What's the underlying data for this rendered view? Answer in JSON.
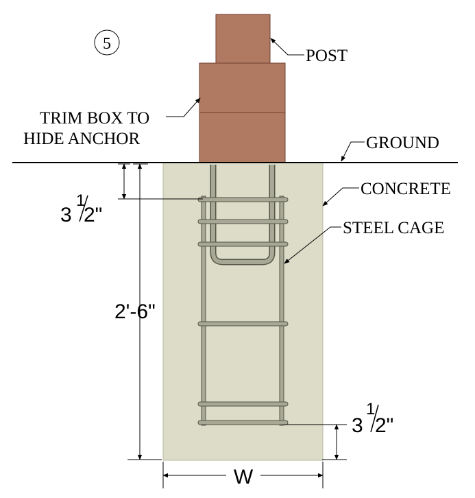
{
  "detail_number": "5",
  "labels": {
    "post": "POST",
    "trim_line1": "TRIM BOX TO",
    "trim_line2": "HIDE ANCHOR",
    "ground": "GROUND",
    "concrete": "CONCRETE",
    "steel_cage": "STEEL CAGE"
  },
  "dimensions": {
    "top_clearance_whole": "3",
    "top_clearance_num": "1",
    "top_clearance_den": "2\"",
    "depth": "2'-6\"",
    "bottom_clearance_whole": "3",
    "bottom_clearance_num": "1",
    "bottom_clearance_den": "2\"",
    "width": "W"
  },
  "colors": {
    "wood": "#b07a62",
    "wood_edge": "#6e3d2c",
    "concrete": "#dcdcc8",
    "steel": "#a8a896",
    "steel_edge": "#555548"
  }
}
